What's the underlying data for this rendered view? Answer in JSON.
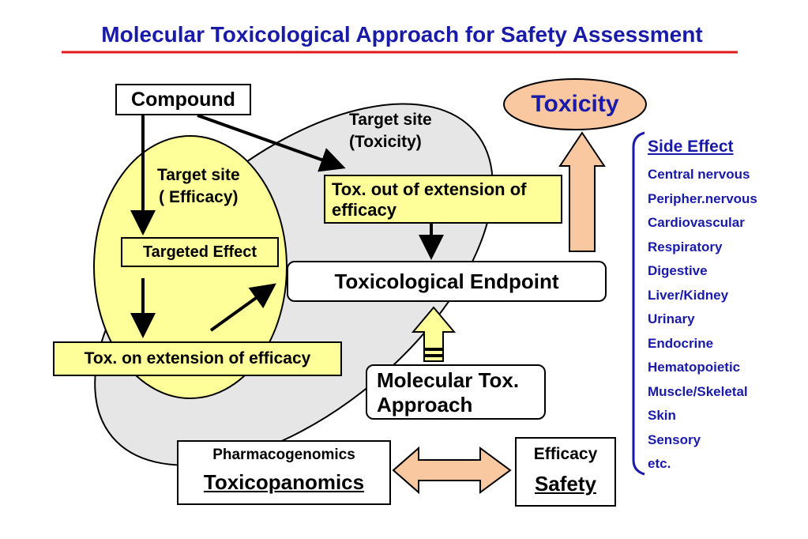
{
  "title": "Molecular Toxicological Approach for Safety Assessment",
  "colors": {
    "title": "#1a1aa8",
    "underline": "#e01a1a",
    "yellow_fill": "#ffff99",
    "ellipse_fill": "#e6e6e6",
    "orange_fill": "#f9c8a0",
    "side_text": "#1a1aa8"
  },
  "nodes": {
    "compound": "Compound",
    "target_toxicity_line1": "Target site",
    "target_toxicity_line2": "(Toxicity)",
    "target_efficacy_line1": "Target site",
    "target_efficacy_line2": "( Efficacy)",
    "tox_out": "Tox. out of extension of efficacy",
    "targeted_effect": "Targeted Effect",
    "toxicological_endpoint": "Toxicological Endpoint",
    "tox_on": "Tox. on extension of efficacy",
    "molecular_approach": "Molecular Tox. Approach",
    "toxicity": "Toxicity",
    "pharmacogenomics": "Pharmacogenomics",
    "toxicopanomics": "Toxicopanomics",
    "efficacy": "Efficacy",
    "safety": "Safety"
  },
  "side_effect": {
    "heading": "Side Effect",
    "items": [
      "Central nervous",
      "Peripher.nervous",
      "Cardiovascular",
      "Respiratory",
      "Digestive",
      "Liver/Kidney",
      "Urinary",
      "Endocrine",
      "Hematopoietic",
      "Muscle/Skeletal",
      "Skin",
      "Sensory",
      "etc."
    ]
  }
}
